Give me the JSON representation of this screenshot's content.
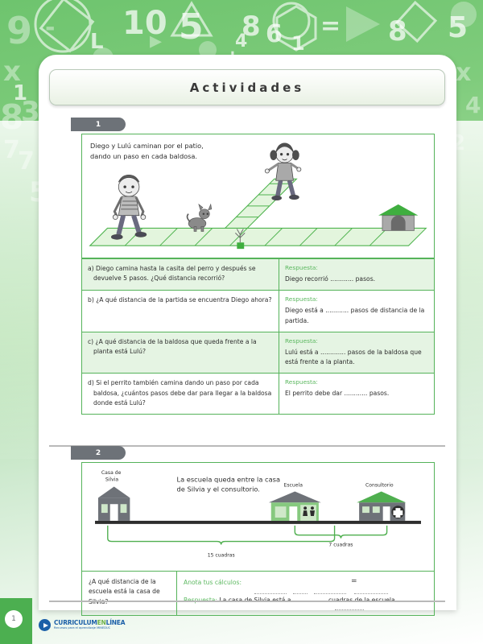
{
  "header": {
    "title": "Actividades"
  },
  "activities": [
    {
      "number": "1",
      "illustration": {
        "caption_line1": "Diego y Lulú caminan por el patio,",
        "caption_line2": "dando un paso en cada baldosa.",
        "characters": [
          "boy-diego",
          "dog",
          "girl-lulu",
          "plant",
          "doghouse"
        ]
      },
      "rows": [
        {
          "question": "a) Diego camina hasta la casita del perro y después se devuelve 5 pasos. ¿Qué distancia recorrió?",
          "answer_label": "Respuesta:",
          "answer_text": "Diego recorrió ............ pasos.",
          "shaded": true
        },
        {
          "question": "b) ¿A qué distancia de la partida se encuentra Diego ahora?",
          "answer_label": "Respuesta:",
          "answer_text": "Diego está a ............ pasos de distancia de la partida.",
          "shaded": false
        },
        {
          "question": "c) ¿A qué distancia de la baldosa que queda frente a la planta está Lulú?",
          "answer_label": "Respuesta:",
          "answer_text": "Lulú está a ............. pasos de la baldosa que está frente a la planta.",
          "shaded": true
        },
        {
          "question": "d) Si el perrito también camina dando un paso por cada baldosa, ¿cuántos pasos debe dar para llegar a la baldosa donde está Lulú?",
          "answer_label": "Respuesta:",
          "answer_text": "El perrito debe dar ............ pasos.",
          "shaded": false
        }
      ]
    },
    {
      "number": "2",
      "map": {
        "statement_line1": "La escuela queda entre la casa",
        "statement_line2": "de Silvia y el consultorio.",
        "buildings": [
          {
            "label_line1": "Casa de",
            "label_line2": "Silvia",
            "icon": "house-icon"
          },
          {
            "label_line1": "Escuela",
            "label_line2": "",
            "icon": "school-icon"
          },
          {
            "label_line1": "Consultorio",
            "label_line2": "",
            "icon": "clinic-icon"
          }
        ],
        "brace_short": "7 cuadras",
        "brace_long": "15 cuadras"
      },
      "question": "¿A qué distancia de la escuela está la casa de Silvia?",
      "calc_label": "Anota tus cálculos:",
      "calc_equals": "=",
      "answer_label": "Respuesta:",
      "answer_text_before": "La casa de Silvia está a",
      "answer_text_after": "cuadras de la escuela."
    }
  ],
  "footer": {
    "page_number": "1",
    "logo_name_1": "CURRICULUM",
    "logo_name_2": "EN",
    "logo_name_3": "LÍNEA",
    "logo_tagline": "Recursos para el aprendizaje MINEDUC"
  },
  "colors": {
    "green_border": "#55b35a",
    "green_text": "#5cb860",
    "green_fill": "#e5f4e3",
    "badge_gray": "#6d7278",
    "footer_green": "#4caf50",
    "logo_blue": "#1b5fa8"
  }
}
